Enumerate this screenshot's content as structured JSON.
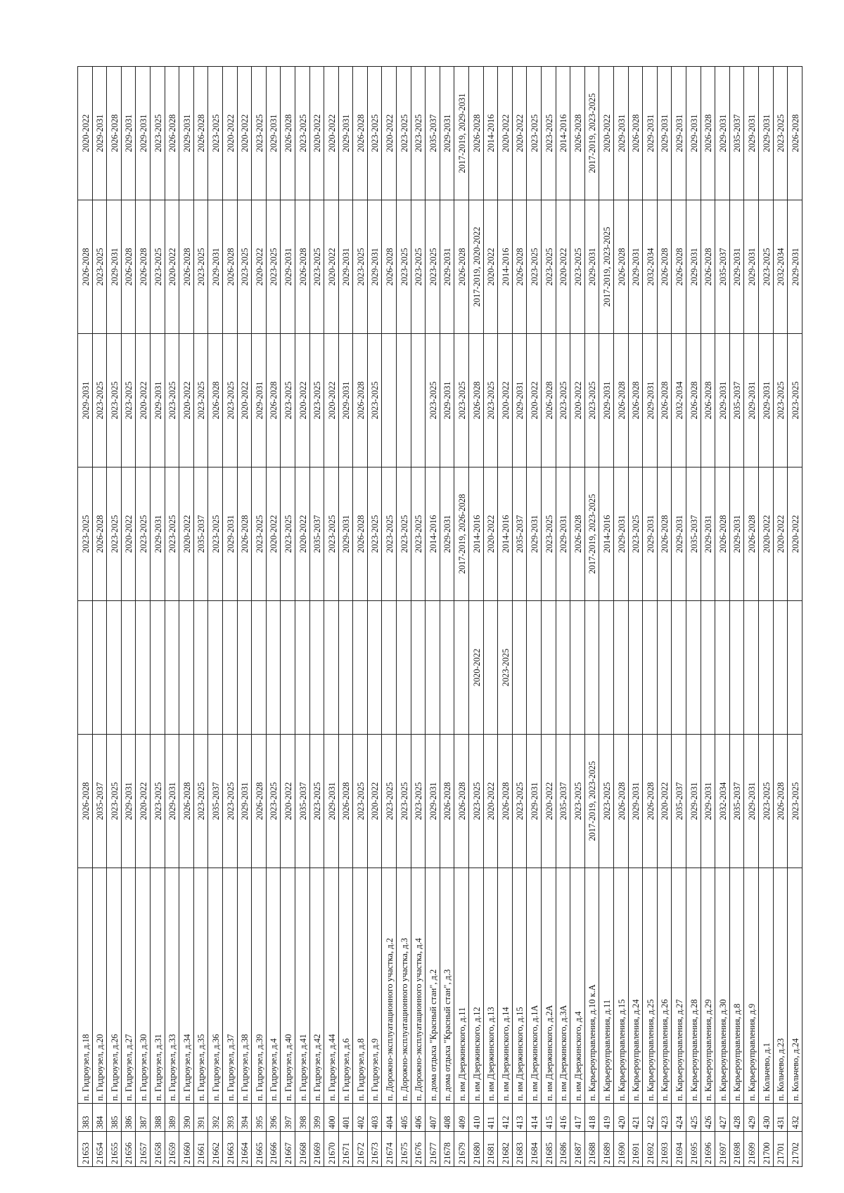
{
  "table": {
    "rows": [
      [
        "21653",
        "383",
        "п. Гидроузел, д.18",
        "2026-2028",
        "",
        "2023-2025",
        "2029-2031",
        "2026-2028",
        "2020-2022"
      ],
      [
        "21654",
        "384",
        "п. Гидроузел, д.20",
        "2035-2037",
        "",
        "2026-2028",
        "2023-2025",
        "2023-2025",
        "2029-2031"
      ],
      [
        "21655",
        "385",
        "п. Гидроузел, д.26",
        "2023-2025",
        "",
        "2023-2025",
        "2023-2025",
        "2029-2031",
        "2026-2028"
      ],
      [
        "21656",
        "386",
        "п. Гидроузел, д.27",
        "2029-2031",
        "",
        "2020-2022",
        "2023-2025",
        "2026-2028",
        "2029-2031"
      ],
      [
        "21657",
        "387",
        "п. Гидроузел, д.30",
        "2020-2022",
        "",
        "2023-2025",
        "2020-2022",
        "2026-2028",
        "2029-2031"
      ],
      [
        "21658",
        "388",
        "п. Гидроузел, д.31",
        "2023-2025",
        "",
        "2029-2031",
        "2029-2031",
        "2023-2025",
        "2023-2025"
      ],
      [
        "21659",
        "389",
        "п. Гидроузел, д.33",
        "2029-2031",
        "",
        "2023-2025",
        "2023-2025",
        "2020-2022",
        "2026-2028"
      ],
      [
        "21660",
        "390",
        "п. Гидроузел, д.34",
        "2026-2028",
        "",
        "2020-2022",
        "2020-2022",
        "2026-2028",
        "2029-2031"
      ],
      [
        "21661",
        "391",
        "п. Гидроузел, д.35",
        "2023-2025",
        "",
        "2035-2037",
        "2023-2025",
        "2023-2025",
        "2026-2028"
      ],
      [
        "21662",
        "392",
        "п. Гидроузел, д.36",
        "2035-2037",
        "",
        "2023-2025",
        "2026-2028",
        "2029-2031",
        "2023-2025"
      ],
      [
        "21663",
        "393",
        "п. Гидроузел, д.37",
        "2023-2025",
        "",
        "2029-2031",
        "2023-2025",
        "2026-2028",
        "2020-2022"
      ],
      [
        "21664",
        "394",
        "п. Гидроузел, д.38",
        "2029-2031",
        "",
        "2026-2028",
        "2020-2022",
        "2023-2025",
        "2020-2022"
      ],
      [
        "21665",
        "395",
        "п. Гидроузел, д.39",
        "2026-2028",
        "",
        "2023-2025",
        "2029-2031",
        "2020-2022",
        "2023-2025"
      ],
      [
        "21666",
        "396",
        "п. Гидроузел, д.4",
        "2023-2025",
        "",
        "2020-2022",
        "2026-2028",
        "2023-2025",
        "2029-2031"
      ],
      [
        "21667",
        "397",
        "п. Гидроузел, д.40",
        "2020-2022",
        "",
        "2023-2025",
        "2023-2025",
        "2029-2031",
        "2026-2028"
      ],
      [
        "21668",
        "398",
        "п. Гидроузел, д.41",
        "2035-2037",
        "",
        "2020-2022",
        "2020-2022",
        "2026-2028",
        "2023-2025"
      ],
      [
        "21669",
        "399",
        "п. Гидроузел, д.42",
        "2023-2025",
        "",
        "2035-2037",
        "2023-2025",
        "2023-2025",
        "2020-2022"
      ],
      [
        "21670",
        "400",
        "п. Гидроузел, д.44",
        "2029-2031",
        "",
        "2023-2025",
        "2020-2022",
        "2020-2022",
        "2020-2022"
      ],
      [
        "21671",
        "401",
        "п. Гидроузел, д.6",
        "2026-2028",
        "",
        "2029-2031",
        "2029-2031",
        "2029-2031",
        "2029-2031"
      ],
      [
        "21672",
        "402",
        "п. Гидроузел, д.8",
        "2023-2025",
        "",
        "2026-2028",
        "2026-2028",
        "2023-2025",
        "2026-2028"
      ],
      [
        "21673",
        "403",
        "п. Гидроузел, д.9",
        "2020-2022",
        "",
        "2023-2025",
        "2023-2025",
        "2029-2031",
        "2023-2025"
      ],
      [
        "21674",
        "404",
        "п. Дорожно-эксплуатационного участка, д.2",
        "2023-2025",
        "",
        "2023-2025",
        "",
        "2026-2028",
        "2020-2022"
      ],
      [
        "21675",
        "405",
        "п. Дорожно-эксплуатационного участка, д.3",
        "2023-2025",
        "",
        "2023-2025",
        "",
        "2023-2025",
        "2023-2025"
      ],
      [
        "21676",
        "406",
        "п. Дорожно-эксплуатационного участка, д.4",
        "2023-2025",
        "",
        "2023-2025",
        "",
        "2023-2025",
        "2023-2025"
      ],
      [
        "21677",
        "407",
        "п. дома отдыха \"Красный стан\", д.2",
        "2029-2031",
        "",
        "2014-2016",
        "2023-2025",
        "2023-2025",
        "2035-2037"
      ],
      [
        "21678",
        "408",
        "п. дома отдыха \"Красный стан\", д.3",
        "2026-2028",
        "",
        "2029-2031",
        "2029-2031",
        "2029-2031",
        "2029-2031"
      ],
      [
        "21679",
        "409",
        "п. им Дзержинского, д.11",
        "2026-2028",
        "",
        "2017-2019, 2026-2028",
        "2023-2025",
        "2026-2028",
        "2017-2019, 2029-2031"
      ],
      [
        "21680",
        "410",
        "п. им Дзержинского, д.12",
        "2023-2025",
        "2020-2022",
        "2014-2016",
        "2026-2028",
        "2017-2019, 2020-2022",
        "2026-2028"
      ],
      [
        "21681",
        "411",
        "п. им Дзержинского, д.13",
        "2020-2022",
        "",
        "2020-2022",
        "2023-2025",
        "2020-2022",
        "2014-2016"
      ],
      [
        "21682",
        "412",
        "п. им Дзержинского, д.14",
        "2026-2028",
        "2023-2025",
        "2014-2016",
        "2020-2022",
        "2014-2016",
        "2020-2022"
      ],
      [
        "21683",
        "413",
        "п. им Дзержинского, д.15",
        "2023-2025",
        "",
        "2035-2037",
        "2029-2031",
        "2026-2028",
        "2020-2022"
      ],
      [
        "21684",
        "414",
        "п. им Дзержинского, д.1А",
        "2029-2031",
        "",
        "2029-2031",
        "2020-2022",
        "2023-2025",
        "2023-2025"
      ],
      [
        "21685",
        "415",
        "п. им Дзержинского, д.2А",
        "2020-2022",
        "",
        "2023-2025",
        "2026-2028",
        "2023-2025",
        "2023-2025"
      ],
      [
        "21686",
        "416",
        "п. им Дзержинского, д.3А",
        "2035-2037",
        "",
        "2029-2031",
        "2023-2025",
        "2020-2022",
        "2014-2016"
      ],
      [
        "21687",
        "417",
        "п. им Дзержинского, д.4",
        "2023-2025",
        "",
        "2026-2028",
        "2020-2022",
        "2023-2025",
        "2026-2028"
      ],
      [
        "21688",
        "418",
        "п. Карьероуправления, д.10 к.А",
        "2017-2019, 2023-2025",
        "",
        "2017-2019, 2023-2025",
        "2023-2025",
        "2029-2031",
        "2017-2019, 2023-2025"
      ],
      [
        "21689",
        "419",
        "п. Карьероуправления, д.11",
        "2023-2025",
        "",
        "2014-2016",
        "2029-2031",
        "2017-2019, 2023-2025",
        "2020-2022"
      ],
      [
        "21690",
        "420",
        "п. Карьероуправления, д.15",
        "2026-2028",
        "",
        "2029-2031",
        "2026-2028",
        "2026-2028",
        "2029-2031"
      ],
      [
        "21691",
        "421",
        "п. Карьероуправления, д.24",
        "2029-2031",
        "",
        "2023-2025",
        "2026-2028",
        "2029-2031",
        "2026-2028"
      ],
      [
        "21692",
        "422",
        "п. Карьероуправления, д.25",
        "2026-2028",
        "",
        "2029-2031",
        "2029-2031",
        "2032-2034",
        "2029-2031"
      ],
      [
        "21693",
        "423",
        "п. Карьероуправления, д.26",
        "2020-2022",
        "",
        "2026-2028",
        "2026-2028",
        "2026-2028",
        "2029-2031"
      ],
      [
        "21694",
        "424",
        "п. Карьероуправления, д.27",
        "2035-2037",
        "",
        "2029-2031",
        "2032-2034",
        "2026-2028",
        "2029-2031"
      ],
      [
        "21695",
        "425",
        "п. Карьероуправления, д.28",
        "2029-2031",
        "",
        "2035-2037",
        "2026-2028",
        "2029-2031",
        "2029-2031"
      ],
      [
        "21696",
        "426",
        "п. Карьероуправления, д.29",
        "2029-2031",
        "",
        "2029-2031",
        "2026-2028",
        "2026-2028",
        "2026-2028"
      ],
      [
        "21697",
        "427",
        "п. Карьероуправления, д.30",
        "2032-2034",
        "",
        "2026-2028",
        "2029-2031",
        "2035-2037",
        "2029-2031"
      ],
      [
        "21698",
        "428",
        "п. Карьероуправления, д.8",
        "2035-2037",
        "",
        "2029-2031",
        "2035-2037",
        "2029-2031",
        "2035-2037"
      ],
      [
        "21699",
        "429",
        "п. Карьероуправления, д.9",
        "2029-2031",
        "",
        "2026-2028",
        "2029-2031",
        "2029-2031",
        "2029-2031"
      ],
      [
        "21700",
        "430",
        "п. Кольчево, д.1",
        "2023-2025",
        "",
        "2020-2022",
        "2029-2031",
        "2023-2025",
        "2029-2031"
      ],
      [
        "21701",
        "431",
        "п. Кольчево, д.23",
        "2026-2028",
        "",
        "2020-2022",
        "2023-2025",
        "2032-2034",
        "2023-2025"
      ],
      [
        "21702",
        "432",
        "п. Кольчево, д.24",
        "2023-2025",
        "",
        "2020-2022",
        "2023-2025",
        "2029-2031",
        "2026-2028"
      ]
    ]
  }
}
